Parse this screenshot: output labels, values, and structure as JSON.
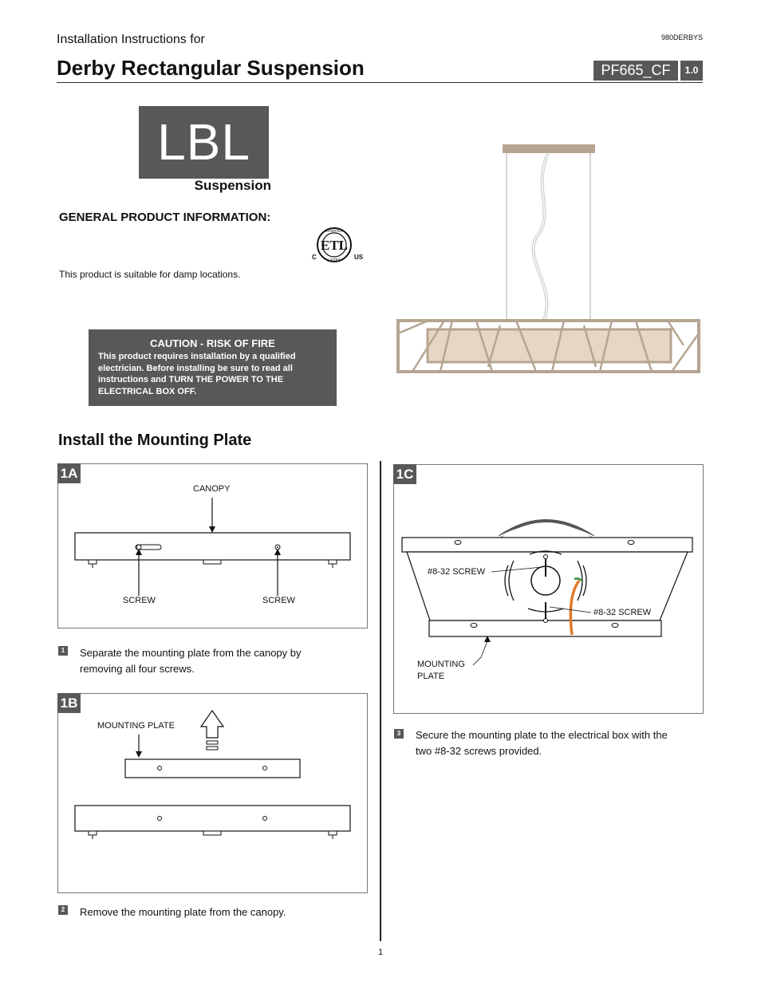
{
  "header": {
    "subtitle": "Installation Instructions for",
    "doc_code": "980DERBYS",
    "title": "Derby Rectangular Suspension",
    "model": "PF665_CF",
    "version": "1.0"
  },
  "logo": {
    "text": "LBL",
    "subtitle": "Suspension"
  },
  "general": {
    "heading": "GENERAL PRODUCT INFORMATION:",
    "damp_note": "This product is suitable for damp locations.",
    "certification_mark": "ETL listed mark",
    "cert_text": {
      "top": "INTERTEK",
      "bottom": "LISTED",
      "c": "C",
      "us": "US"
    }
  },
  "caution": {
    "title": "CAUTION - RISK OF FIRE",
    "body_lines": [
      "This product requires installation by a qualified",
      "electrician. Before installing be sure to read all",
      "instructions and TURN THE POWER TO THE",
      "ELECTRICAL BOX OFF."
    ]
  },
  "section": {
    "title": "Install the Mounting Plate"
  },
  "panels": {
    "p1a": {
      "tag": "1A",
      "canopy_label": "CANOPY",
      "screw_left": "SCREW",
      "screw_right": "SCREW"
    },
    "p1b": {
      "tag": "1B",
      "plate_label": "MOUNTING PLATE"
    },
    "p1c": {
      "tag": "1C",
      "screw_top": "#8-32 SCREW",
      "screw_right": "#8-32 SCREW",
      "plate_label_1": "MOUNTING",
      "plate_label_2": "PLATE"
    }
  },
  "steps": [
    {
      "num": "1",
      "lines": [
        "Separate the mounting plate from the canopy by",
        "removing all four screws."
      ]
    },
    {
      "num": "2",
      "lines": [
        "Remove the mounting plate from the canopy."
      ]
    },
    {
      "num": "3",
      "lines": [
        "Secure the mounting plate to the electrical box with the",
        "two #8-32 screws provided."
      ]
    }
  ],
  "page_number": "1",
  "colors": {
    "tag_gray": "#58585a",
    "fixture_frame": "#b5a591",
    "fixture_shade": "#e6d6c4",
    "wire_orange": "#e07a2a",
    "wire_green": "#3a8a3a"
  }
}
